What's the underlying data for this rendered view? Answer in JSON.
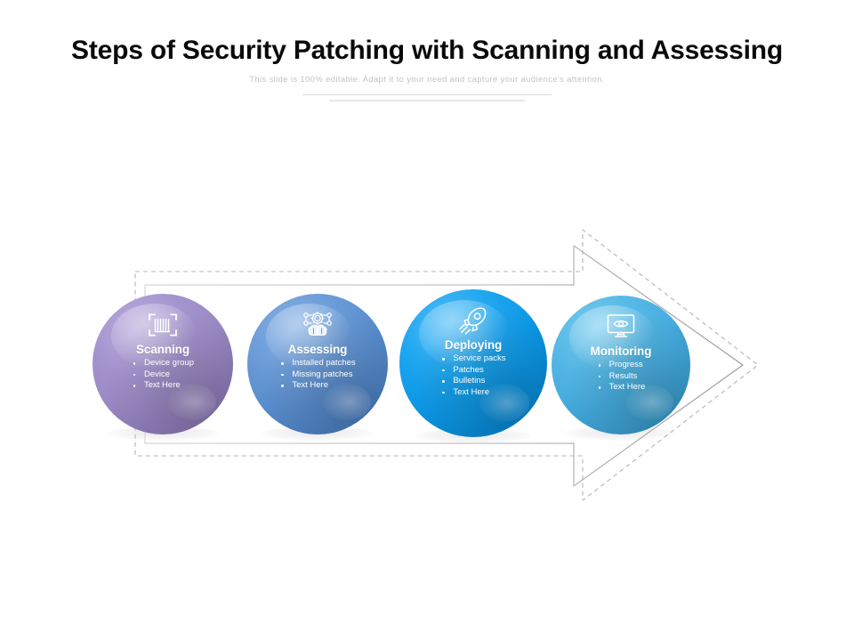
{
  "header": {
    "title": "Steps of Security Patching with Scanning and Assessing",
    "subtitle": "This slide is 100% editable. Adapt it to your need and capture your audience's attention."
  },
  "diagram": {
    "shape": "right-arrow",
    "outline_dashed_color": "#b9b9b9",
    "outline_solid_color": "#c9c9c9",
    "steps": [
      {
        "id": "scanning",
        "label": "Scanning",
        "icon": "barcode-scanner-icon",
        "color": "#9b8ac4",
        "color_light": "#b3a4d6",
        "color_dark": "#8574b4",
        "bullets": [
          "Device group",
          "Device",
          "Text Here"
        ]
      },
      {
        "id": "assessing",
        "label": "Assessing",
        "icon": "brain-gear-icon",
        "color": "#5a8fd0",
        "color_light": "#7aa7dd",
        "color_dark": "#4a7cbd",
        "bullets": [
          "Installed patches",
          "Missing patches",
          "Text Here"
        ]
      },
      {
        "id": "deploying",
        "label": "Deploying",
        "icon": "rocket-icon",
        "color": "#0e9ae8",
        "color_light": "#35b2f3",
        "color_dark": "#0683cc",
        "bullets": [
          "Service packs",
          "Patches",
          "Bulletins",
          "Text Here"
        ]
      },
      {
        "id": "monitoring",
        "label": "Monitoring",
        "icon": "monitor-eye-icon",
        "color": "#46ade0",
        "color_light": "#66c2ea",
        "color_dark": "#3596c9",
        "bullets": [
          "Progress",
          "Results",
          "Text Here"
        ]
      }
    ]
  }
}
